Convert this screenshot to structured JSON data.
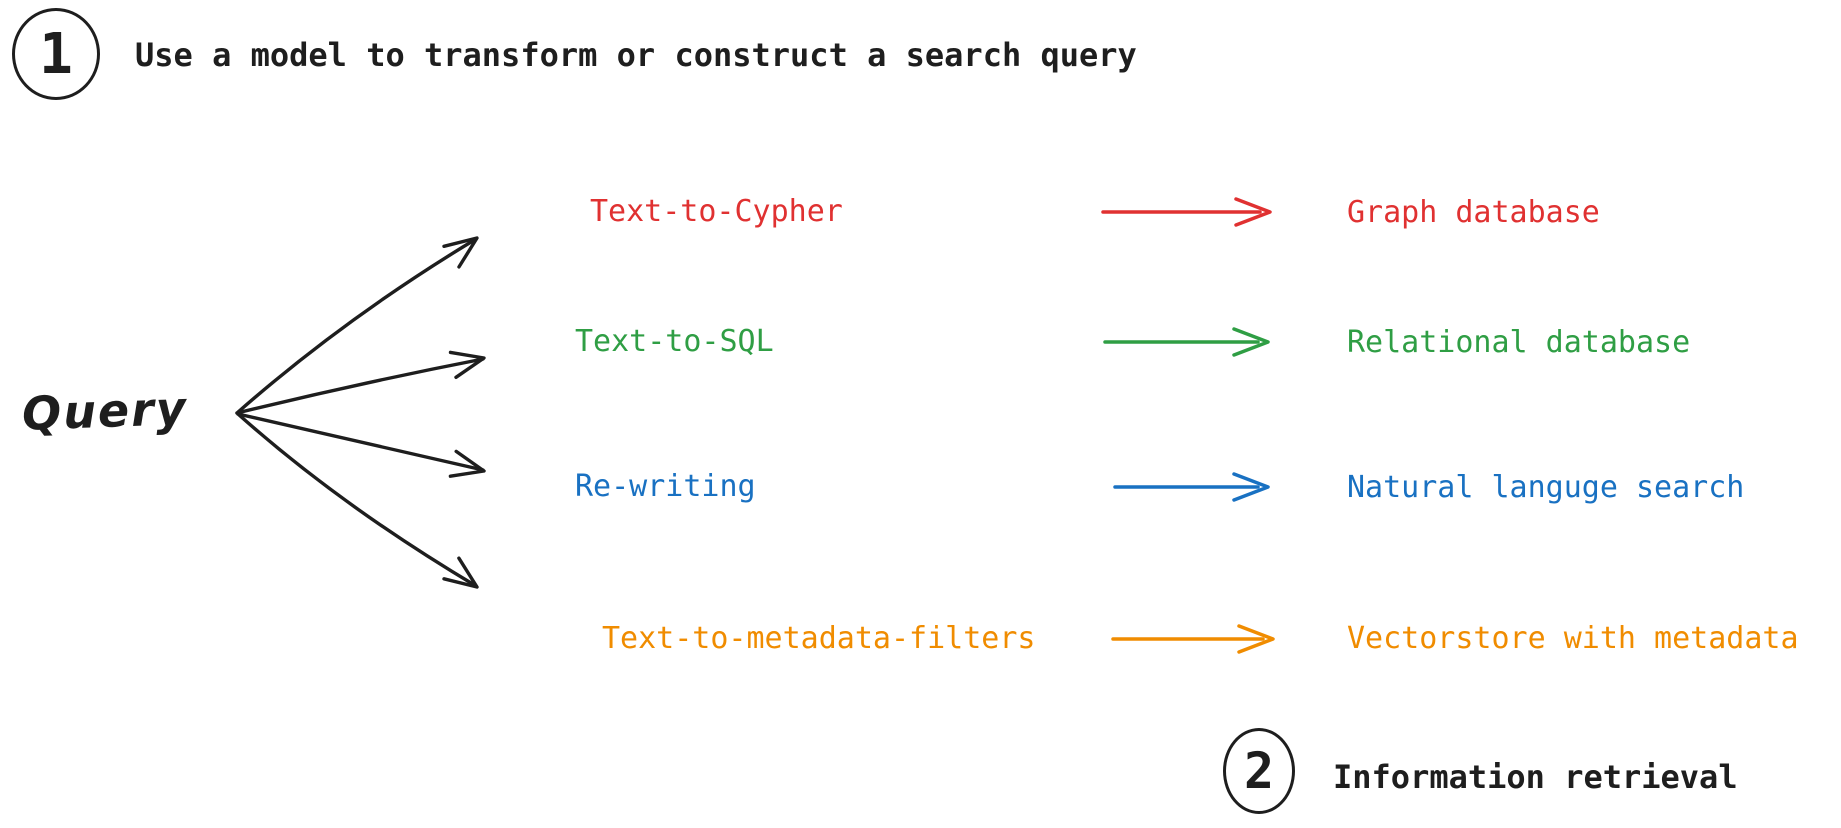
{
  "colors": {
    "ink": "#1e1e1e",
    "red": "#e03131",
    "green": "#2f9e44",
    "blue": "#1971c2",
    "orange": "#f08c00"
  },
  "steps": [
    {
      "number": "1",
      "label": "Use a model to transform or construct a search query"
    },
    {
      "number": "2",
      "label": "Information retrieval"
    }
  ],
  "query_node": {
    "label": "Query"
  },
  "rows": [
    {
      "method": "Text-to-Cypher",
      "target": "Graph database",
      "color": "#e03131"
    },
    {
      "method": "Text-to-SQL",
      "target": "Relational database",
      "color": "#2f9e44"
    },
    {
      "method": "Re-writing",
      "target": "Natural languge search",
      "color": "#1971c2"
    },
    {
      "method": "Text-to-metadata-filters",
      "target": "Vectorstore with metadata",
      "color": "#f08c00"
    }
  ]
}
